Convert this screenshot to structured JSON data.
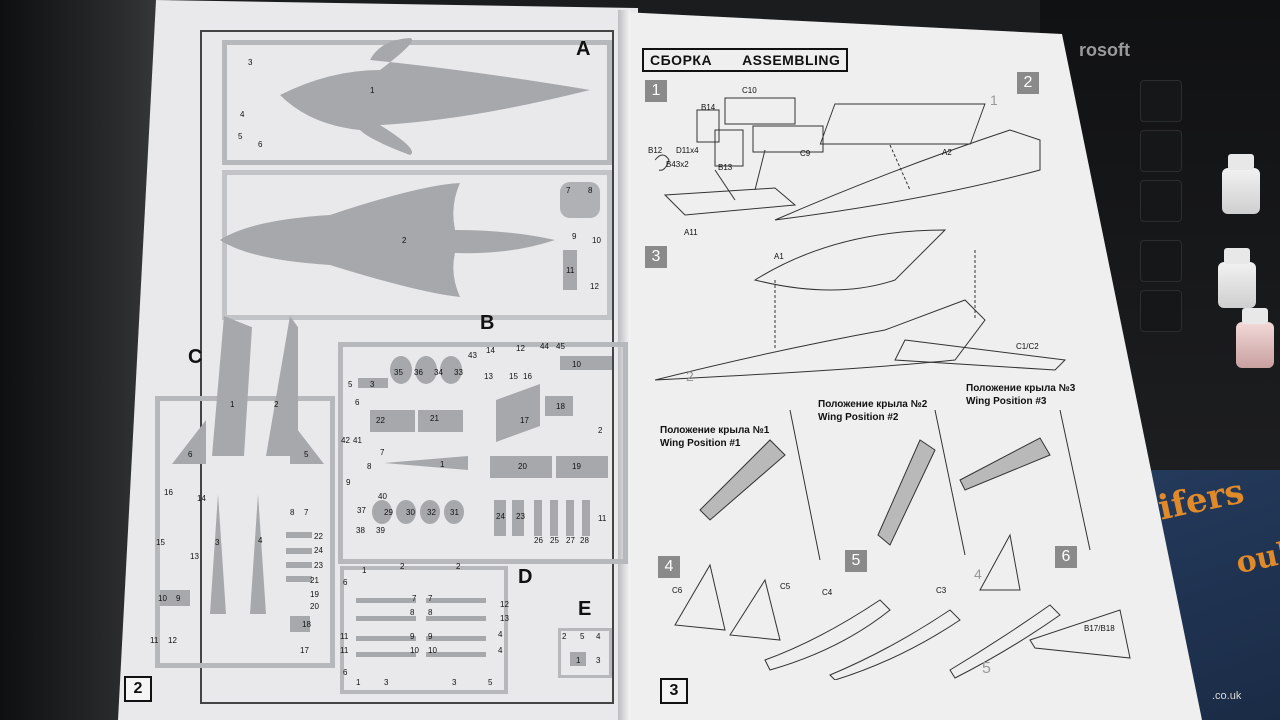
{
  "background": {
    "keyboard_brand": "rosoft",
    "book_title_line1": "ifers",
    "book_title_line2": "ouk",
    "book_url": ".co.uk",
    "colors": {
      "paper": "#e9e9ec",
      "parts": "#a7a8ab",
      "accent": "#e08a2a"
    }
  },
  "left_page": {
    "page_number": "2",
    "sprue_labels": {
      "a": "A",
      "b": "B",
      "c": "C",
      "d": "D",
      "e": "E"
    },
    "sprue_a_numbers": [
      "3",
      "4",
      "5",
      "6",
      "1",
      "7",
      "8",
      "2",
      "9",
      "10",
      "11",
      "12"
    ],
    "sprue_b_numbers": [
      "43",
      "14",
      "12",
      "44",
      "45",
      "13",
      "15",
      "16",
      "10",
      "35",
      "36",
      "34",
      "33",
      "5",
      "3",
      "6",
      "18",
      "17",
      "2",
      "22",
      "21",
      "42",
      "41",
      "7",
      "8",
      "1",
      "20",
      "19",
      "9",
      "40",
      "37",
      "29",
      "30",
      "32",
      "31",
      "24",
      "23",
      "11",
      "38",
      "39",
      "26",
      "25",
      "27",
      "28"
    ],
    "sprue_c_numbers": [
      "1",
      "2",
      "6",
      "5",
      "16",
      "14",
      "15",
      "13",
      "3",
      "4",
      "8",
      "7",
      "22",
      "24",
      "23",
      "21",
      "19",
      "20",
      "10",
      "9",
      "18",
      "11",
      "12",
      "17"
    ],
    "sprue_d_numbers": [
      "1",
      "2",
      "2",
      "6",
      "7",
      "7",
      "12",
      "8",
      "8",
      "13",
      "11",
      "9",
      "9",
      "4",
      "11",
      "10",
      "10",
      "4",
      "6",
      "1",
      "3",
      "3",
      "5"
    ],
    "sprue_e_numbers": [
      "2",
      "5",
      "4",
      "1",
      "3"
    ]
  },
  "right_page": {
    "page_number": "3",
    "title_ru": "СБОРКА",
    "title_en": "ASSEMBLING",
    "steps": [
      "1",
      "2",
      "3",
      "4",
      "5",
      "6"
    ],
    "step1_callouts": [
      "B14",
      "C10",
      "D11x4",
      "B12",
      "B43x2",
      "B13",
      "C9",
      "A11"
    ],
    "step2_callouts": [
      "1",
      "A2"
    ],
    "step3_callouts": [
      "A1",
      "2",
      "C1/C2"
    ],
    "wing_positions": [
      {
        "ru": "Положение крыла №1",
        "en": "Wing Position #1"
      },
      {
        "ru": "Положение крыла №2",
        "en": "Wing Position #2"
      },
      {
        "ru": "Положение крыла №3",
        "en": "Wing Position #3"
      }
    ],
    "step4_callouts": [
      "C6",
      "C5"
    ],
    "step5_callouts": [
      "C4",
      "C3"
    ],
    "step6_callouts": [
      "4",
      "B17/B18",
      "5"
    ]
  }
}
